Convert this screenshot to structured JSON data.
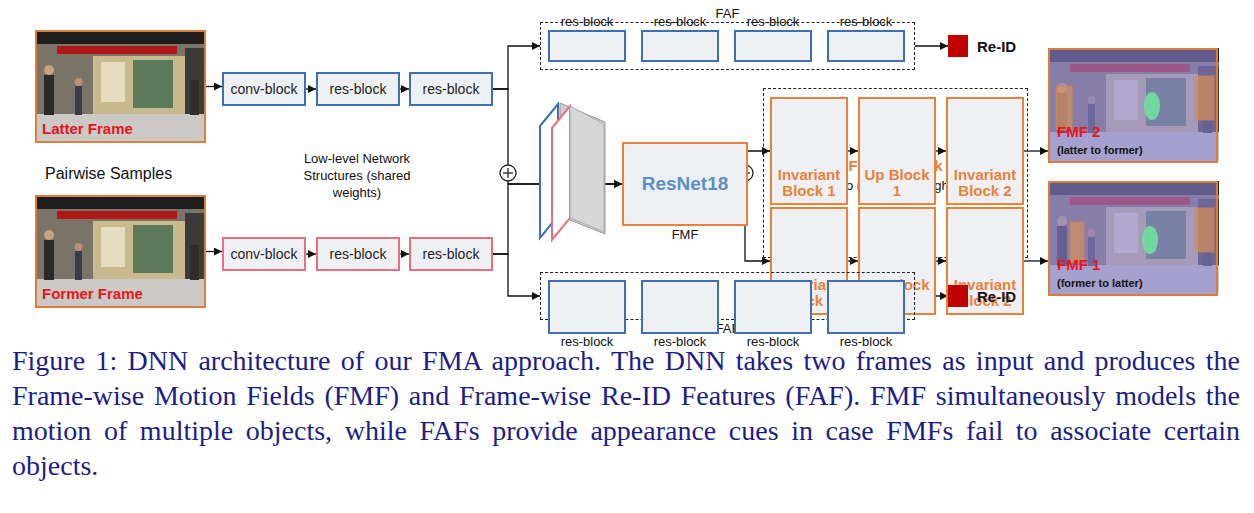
{
  "diagram": {
    "caption": "Figure 1: DNN architecture of our FMA approach. The DNN takes two frames as input and produces the Frame-wise Motion Fields (FMF) and Frame-wise Re-ID Features (FAF). FMF simultaneously models the motion of multiple objects, while FAFs provide appearance cues in case FMFs fail to associate certain objects.",
    "nodes": [
      {
        "text": [
          "Latter Frame"
        ]
      },
      {
        "text": [
          "conv-block"
        ]
      },
      {
        "text": [
          "res-block"
        ]
      },
      {
        "text": [
          "res-block"
        ]
      },
      {
        "text": [
          "FAF"
        ]
      },
      {
        "text": [
          "res-block"
        ],
        "in": 4
      },
      {
        "text": [
          "res-block"
        ],
        "in": 4
      },
      {
        "text": [
          "res-block"
        ],
        "in": 4
      },
      {
        "text": [
          "res-block"
        ],
        "in": 4
      },
      {
        "text": [
          "Re-ID"
        ]
      },
      {
        "text": [
          "ResNet18",
          "FMF"
        ]
      },
      {
        "text": [
          "FMF Network",
          "(do not share weight)"
        ]
      },
      {
        "text": [
          "Invariant Block 1"
        ],
        "in": 11
      },
      {
        "text": [
          "Up Block 1"
        ],
        "in": 11
      },
      {
        "text": [
          "Invariant Block 2"
        ],
        "in": 11
      },
      {
        "text": [
          "Invariant Block 1"
        ],
        "in": 11
      },
      {
        "text": [
          "Up Block 2"
        ],
        "in": 11
      },
      {
        "text": [
          "Invariant Block 2"
        ],
        "in": 11
      },
      {
        "text": [
          "FMF 2",
          "(latter to former)"
        ]
      },
      {
        "text": [
          "FMF 1",
          "(former to latter)"
        ]
      },
      {
        "text": [
          "Former Frame"
        ]
      },
      {
        "text": [
          "conv-block"
        ]
      },
      {
        "text": [
          "res-block"
        ]
      },
      {
        "text": [
          "res-block"
        ]
      },
      {
        "text": [
          "FAF"
        ]
      },
      {
        "text": [
          "res-block"
        ],
        "in": 24
      },
      {
        "text": [
          "res-block"
        ],
        "in": 24
      },
      {
        "text": [
          "res-block"
        ],
        "in": 24
      },
      {
        "text": [
          "res-block"
        ],
        "in": 24
      },
      {
        "text": [
          "Re-ID"
        ]
      }
    ],
    "edges": [
      {
        "from": 0,
        "to": 1,
        "arrow": "to"
      },
      {
        "from": 1,
        "to": 2,
        "arrow": "to"
      },
      {
        "from": 2,
        "to": 3,
        "arrow": "to"
      },
      {
        "from": 3,
        "to": 4,
        "arrow": "to"
      },
      {
        "from": 3,
        "to": 10,
        "arrow": "to"
      },
      {
        "from": 4,
        "to": 9,
        "arrow": "to"
      },
      {
        "from": 10,
        "to": 12,
        "arrow": "to"
      },
      {
        "from": 10,
        "to": 15,
        "arrow": "to"
      },
      {
        "from": 12,
        "to": 13,
        "arrow": "to"
      },
      {
        "from": 13,
        "to": 14,
        "arrow": "to"
      },
      {
        "from": 14,
        "to": 18,
        "arrow": "to"
      },
      {
        "from": 15,
        "to": 16,
        "arrow": "to"
      },
      {
        "from": 16,
        "to": 17,
        "arrow": "to"
      },
      {
        "from": 17,
        "to": 19,
        "arrow": "to"
      },
      {
        "from": 20,
        "to": 21,
        "arrow": "to"
      },
      {
        "from": 21,
        "to": 22,
        "arrow": "to"
      },
      {
        "from": 22,
        "to": 23,
        "arrow": "to"
      },
      {
        "from": 23,
        "to": 24,
        "arrow": "to"
      },
      {
        "from": 23,
        "to": 10,
        "arrow": "to"
      },
      {
        "from": 24,
        "to": 29,
        "arrow": "to"
      }
    ],
    "labels": [
      "Pairwise Samples",
      "Low-level Network Structures (shared weights)"
    ]
  }
}
